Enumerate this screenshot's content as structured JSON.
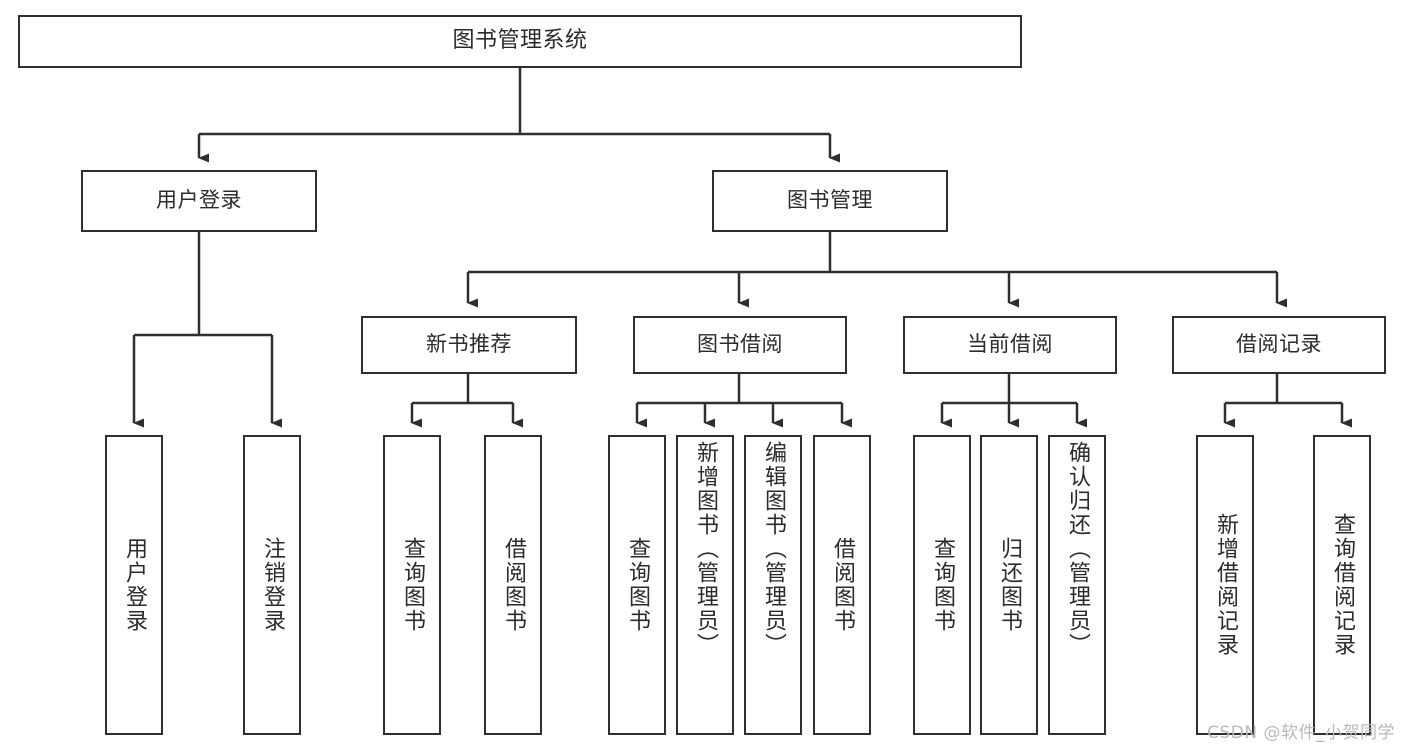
{
  "diagram": {
    "title": "图书管理系统",
    "type": "tree",
    "colors": {
      "stroke": "#2f2f2f",
      "fill": "#ffffff",
      "text": "#2b2b2b",
      "watermark": "#b9b9b9"
    },
    "watermark": "CSDN @软件_小贺同学",
    "nodes": {
      "root": {
        "label": "图书管理系统"
      },
      "level2": [
        {
          "id": "user-login",
          "label": "用户登录"
        },
        {
          "id": "book-manage",
          "label": "图书管理"
        }
      ],
      "level3": [
        {
          "id": "new-book-rec",
          "label": "新书推荐"
        },
        {
          "id": "book-borrow",
          "label": "图书借阅"
        },
        {
          "id": "current-borrow",
          "label": "当前借阅"
        },
        {
          "id": "borrow-record",
          "label": "借阅记录"
        }
      ],
      "leaves": [
        {
          "id": "leaf-user-login",
          "label": "用户登录",
          "parent": "user-login"
        },
        {
          "id": "leaf-logout-login",
          "label": "注销登录",
          "parent": "user-login"
        },
        {
          "id": "leaf-query-book-1",
          "label": "查询图书",
          "parent": "new-book-rec"
        },
        {
          "id": "leaf-borrow-book-1",
          "label": "借阅图书",
          "parent": "new-book-rec"
        },
        {
          "id": "leaf-query-book-2",
          "label": "查询图书",
          "parent": "book-borrow"
        },
        {
          "id": "leaf-add-book",
          "label": "新增图书（管理员）",
          "parent": "book-borrow"
        },
        {
          "id": "leaf-edit-book",
          "label": "编辑图书（管理员）",
          "parent": "book-borrow"
        },
        {
          "id": "leaf-borrow-book-2",
          "label": "借阅图书",
          "parent": "book-borrow"
        },
        {
          "id": "leaf-query-book-3",
          "label": "查询图书",
          "parent": "current-borrow"
        },
        {
          "id": "leaf-return-book",
          "label": "归还图书",
          "parent": "current-borrow"
        },
        {
          "id": "leaf-confirm-return",
          "label": "确认归还（管理员）",
          "parent": "current-borrow"
        },
        {
          "id": "leaf-add-record",
          "label": "新增借阅记录",
          "parent": "borrow-record"
        },
        {
          "id": "leaf-query-record",
          "label": "查询借阅记录",
          "parent": "borrow-record"
        }
      ]
    }
  }
}
